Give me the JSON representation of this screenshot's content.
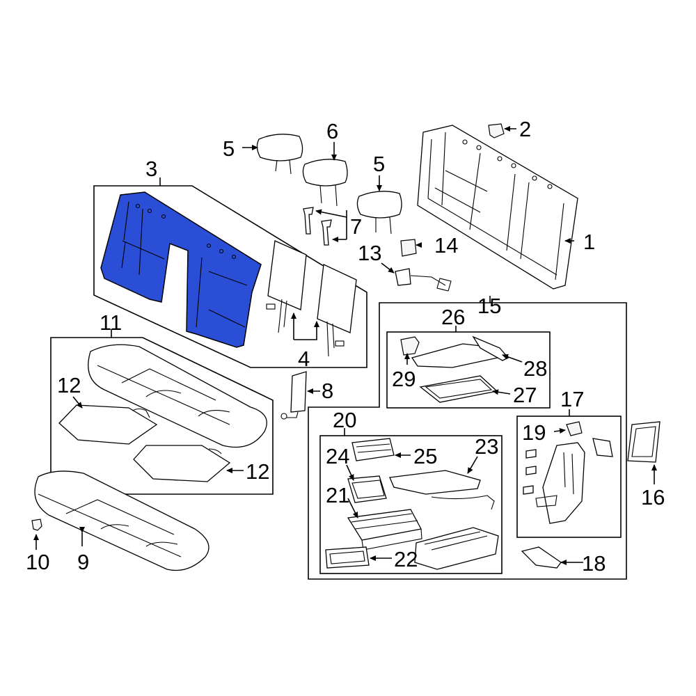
{
  "diagram": {
    "highlight_color": "#2a4fd6",
    "callouts": {
      "c1": "1",
      "c2": "2",
      "c3": "3",
      "c4": "4",
      "c5a": "5",
      "c5b": "5",
      "c6": "6",
      "c7": "7",
      "c8": "8",
      "c9": "9",
      "c10": "10",
      "c11": "11",
      "c12a": "12",
      "c12b": "12",
      "c13": "13",
      "c14": "14",
      "c15": "15",
      "c16": "16",
      "c17": "17",
      "c18": "18",
      "c19": "19",
      "c20": "20",
      "c21": "21",
      "c22": "22",
      "c23": "23",
      "c24": "24",
      "c25": "25",
      "c26": "26",
      "c27": "27",
      "c28": "28",
      "c29": "29"
    }
  }
}
